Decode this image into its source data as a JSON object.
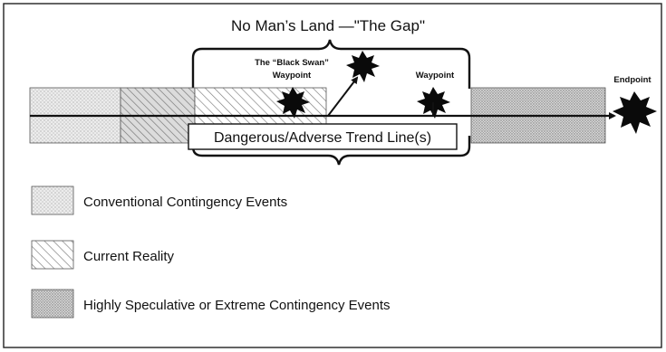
{
  "title": "No Man’s Land —\"The Gap\"",
  "trend_line_label": "Dangerous/Adverse Trend Line(s)",
  "events": {
    "black_swan": "The “Black Swan”",
    "waypoint_1": "Waypoint",
    "waypoint_2": "Waypoint",
    "endpoint": "Endpoint"
  },
  "legend": [
    {
      "label": "Conventional Contingency Events",
      "pattern": "fine-dots"
    },
    {
      "label": "Current Reality",
      "pattern": "diagonal-hatch"
    },
    {
      "label": "Highly Speculative or Extreme Contingency Events",
      "pattern": "dense-dots"
    }
  ],
  "colors": {
    "background": "#ffffff",
    "line": "#111111",
    "burst": "#0a0a0a",
    "conventional_fill": "#e6e6e6",
    "extreme_fill": "#cfcfcf"
  },
  "icons": [
    "explosion-burst-icon",
    "arrow-icon",
    "curly-brace-icon"
  ]
}
